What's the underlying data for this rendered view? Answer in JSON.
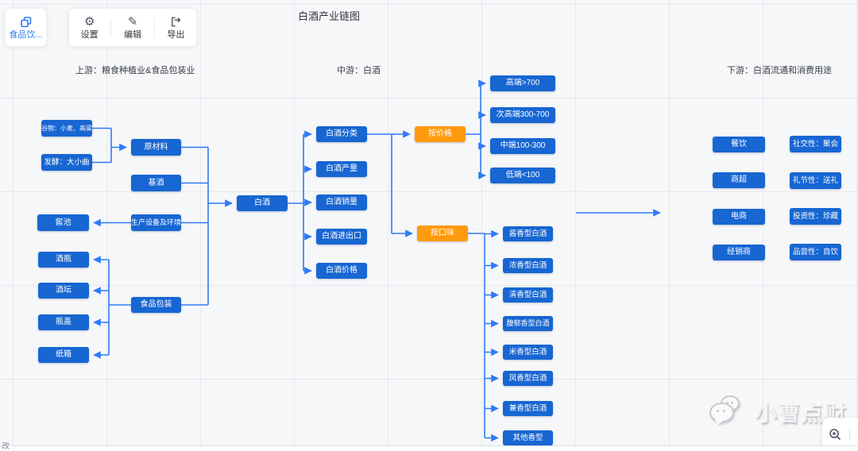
{
  "title": "白酒产业链图",
  "toolbar": {
    "project_label": "食品饮...",
    "settings_label": "设置",
    "edit_label": "编辑",
    "export_label": "导出"
  },
  "sections": {
    "upstream": "上游：粮食种植业&食品包装业",
    "midstream": "中游：白酒",
    "downstream": "下游：白酒流通和消费用途"
  },
  "nodes": {
    "grain": "谷物：小麦、高粱",
    "ferment": "发酵：大小曲",
    "raw_material": "原材料",
    "base_liquor": "基酒",
    "pit": "窖池",
    "equipment": "生产设备及环境",
    "bottle": "酒瓶",
    "jar": "酒坛",
    "cap": "瓶盖",
    "carton": "纸箱",
    "packaging": "食品包装",
    "baijiu": "白酒",
    "classify": "白酒分类",
    "production": "白酒产量",
    "sales": "白酒销量",
    "import_export": "白酒进出口",
    "price": "白酒价格",
    "by_price": "按价格",
    "by_taste": "按口味",
    "price_tiers": [
      "高端>700",
      "次高端300-700",
      "中端100-300",
      "低端<100"
    ],
    "flavors": [
      "酱香型白酒",
      "浓香型白酒",
      "清香型白酒",
      "馥郁香型白酒",
      "米香型白酒",
      "凤香型白酒",
      "兼香型白酒",
      "其他香型"
    ],
    "channels": [
      "餐饮",
      "商超",
      "电商",
      "经销商"
    ],
    "uses": [
      "社交性：聚会",
      "礼节性：送礼",
      "投资性：珍藏",
      "品尝性：自饮"
    ]
  },
  "watermark": "小曹点财",
  "footer": {
    "partial_text": "改"
  },
  "colors": {
    "node_blue": "#1766d2",
    "node_orange": "#ff9a0e",
    "connector_blue": "#2e7bf6",
    "accent_blue": "#2e7cf6"
  }
}
